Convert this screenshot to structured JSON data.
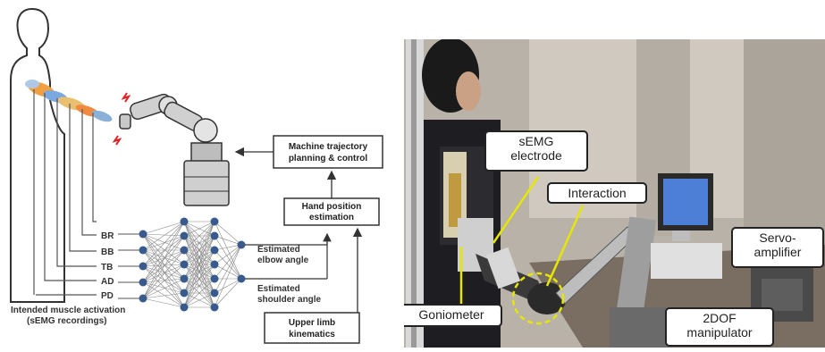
{
  "diagram": {
    "muscles": [
      "BR",
      "BB",
      "TB",
      "AD",
      "PD"
    ],
    "input_caption_line1": "Intended muscle activation",
    "input_caption_line2": "(sEMG recordings)",
    "output1_line1": "Estimated",
    "output1_line2": "elbow angle",
    "output2_line1": "Estimated",
    "output2_line2": "shoulder angle",
    "box_kinematics_line1": "Upper limb",
    "box_kinematics_line2": "kinematics",
    "box_hand_line1": "Hand position",
    "box_hand_line2": "estimation",
    "box_machine_line1": "Machine trajectory",
    "box_machine_line2": "planning & control"
  },
  "photo": {
    "semg_line1": "sEMG",
    "semg_line2": "electrode",
    "interaction": "Interaction",
    "goniometer": "Goniometer",
    "servo_line1": "Servo-",
    "servo_line2": "amplifier",
    "manipulator_line1": "2DOF",
    "manipulator_line2": "manipulator"
  },
  "colors": {
    "node": "#3a5a8c",
    "line": "#555555",
    "arrow_accent": "#e6e600"
  }
}
